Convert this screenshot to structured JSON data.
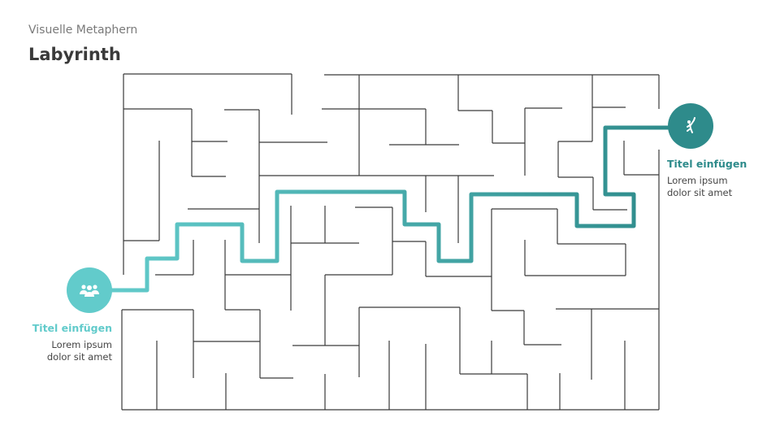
{
  "header": {
    "subtitle": "Visuelle Metaphern",
    "title": "Labyrinth"
  },
  "start": {
    "icon": "people-group-icon",
    "title": "Titel einfügen",
    "line1": "Lorem ipsum",
    "line2": "dolor sit amet",
    "color": "#62CBCB"
  },
  "goal": {
    "icon": "jumping-person-icon",
    "title": "Titel einfügen",
    "line1": "Lorem ipsum",
    "line2": "dolor sit amet",
    "color": "#2E8B8B"
  },
  "colors": {
    "maze_wall": "#3a3a3a",
    "path_start": "#62CBCB",
    "path_end": "#2E8B8B"
  }
}
